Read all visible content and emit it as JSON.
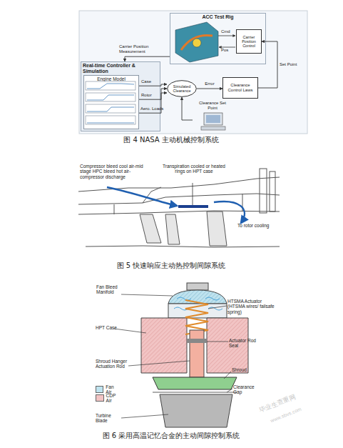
{
  "diagram": {
    "nodes": [
      {
        "text": [
          "Real-time Controller & Simulation"
        ]
      },
      {
        "text": [
          "Engine Model"
        ],
        "in": 0
      },
      {
        "text": [
          "ACC Test Rig"
        ]
      },
      {
        "text": [
          "Carrier Position Control"
        ],
        "in": 2
      },
      {
        "text": [
          "Simulated Clearance"
        ]
      },
      {
        "text": [
          "Clearance Control Laws"
        ]
      },
      {
        "text": [
          "Clearance Set Point"
        ]
      }
    ],
    "edges": [
      {
        "from": 1,
        "to": 4,
        "label": "Case",
        "arrow": "to"
      },
      {
        "from": 1,
        "to": 4,
        "label": "Rotor",
        "arrow": "to"
      },
      {
        "from": 1,
        "to": 4,
        "label": "Aero. Loads",
        "arrow": "to"
      },
      {
        "from": 2,
        "to": 0,
        "label": "Carrier Position Measurement",
        "arrow": "to"
      },
      {
        "from": 4,
        "to": 5,
        "label": "Error",
        "arrow": "to"
      },
      {
        "from": 6,
        "to": 4,
        "arrow": "to"
      },
      {
        "from": 5,
        "to": 3,
        "label": "Set Point",
        "arrow": "to"
      }
    ],
    "labels": [
      "Cmd",
      "Pos",
      "图 4 NASA 主动机械控制系统",
      "Compressor bleed cool air-mid stage HPC bleed hot air-compressor discharge",
      "Transpiration cooled or heated rings on HPT case",
      "To rotor cooling",
      "图 5 快速响应主动热控制间隙系统",
      "Fan Bleed Manifold",
      "HTSMA Actuator (HTSMA wires/ failsafe spring)",
      "HPT Case",
      "Actuator Rod Seal",
      "Shroud Hanger Actuation Rod",
      "Shroud",
      "Clearance Gap",
      "Turbine Blade",
      "图 6 采用高温记忆合金的主动间隙控制系统",
      "毕业生查重网",
      "www.sbvs.com"
    ],
    "legend": [
      {
        "text": "Fan Air",
        "color": "#bfe3ef"
      },
      {
        "text": "CDP Air",
        "color": "#f2c4c4"
      }
    ]
  }
}
